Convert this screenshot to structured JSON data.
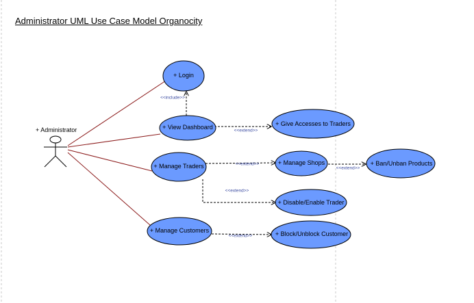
{
  "diagram": {
    "title": "Administrator UML Use Case Model Organocity",
    "actor": {
      "name": "+ Administrator"
    },
    "use_cases": {
      "login": "+ Login",
      "view_dashboard": "+ View Dashboard",
      "manage_traders": "+ Manage Traders",
      "manage_customers": "+ Manage Customers",
      "give_accesses": "+ Give Accesses to Traders",
      "manage_shops": "+ Manage Shops",
      "ban_unban_products": "+ Ban/Unban Products",
      "disable_enable_trader": "+ Disable/Enable Trader",
      "block_unblock_customer": "+ Block/Unblock Customer"
    },
    "relations": {
      "include_login": "<<include>>",
      "extend_give_accesses": "<<extend>>",
      "extend_manage_shops": "<<extend>>",
      "extend_ban_unban": "<<extend>>",
      "extend_disable_enable": "<<extend>>",
      "extend_block_unblock": "<<extend>>"
    },
    "colors": {
      "use_case_fill": "#6b9aff",
      "use_case_stroke": "#000000",
      "association": "#8b1a1a",
      "dependency": "#000000",
      "stereotype_text": "#3a4aa0",
      "frame_border": "#c8c8c8"
    }
  }
}
